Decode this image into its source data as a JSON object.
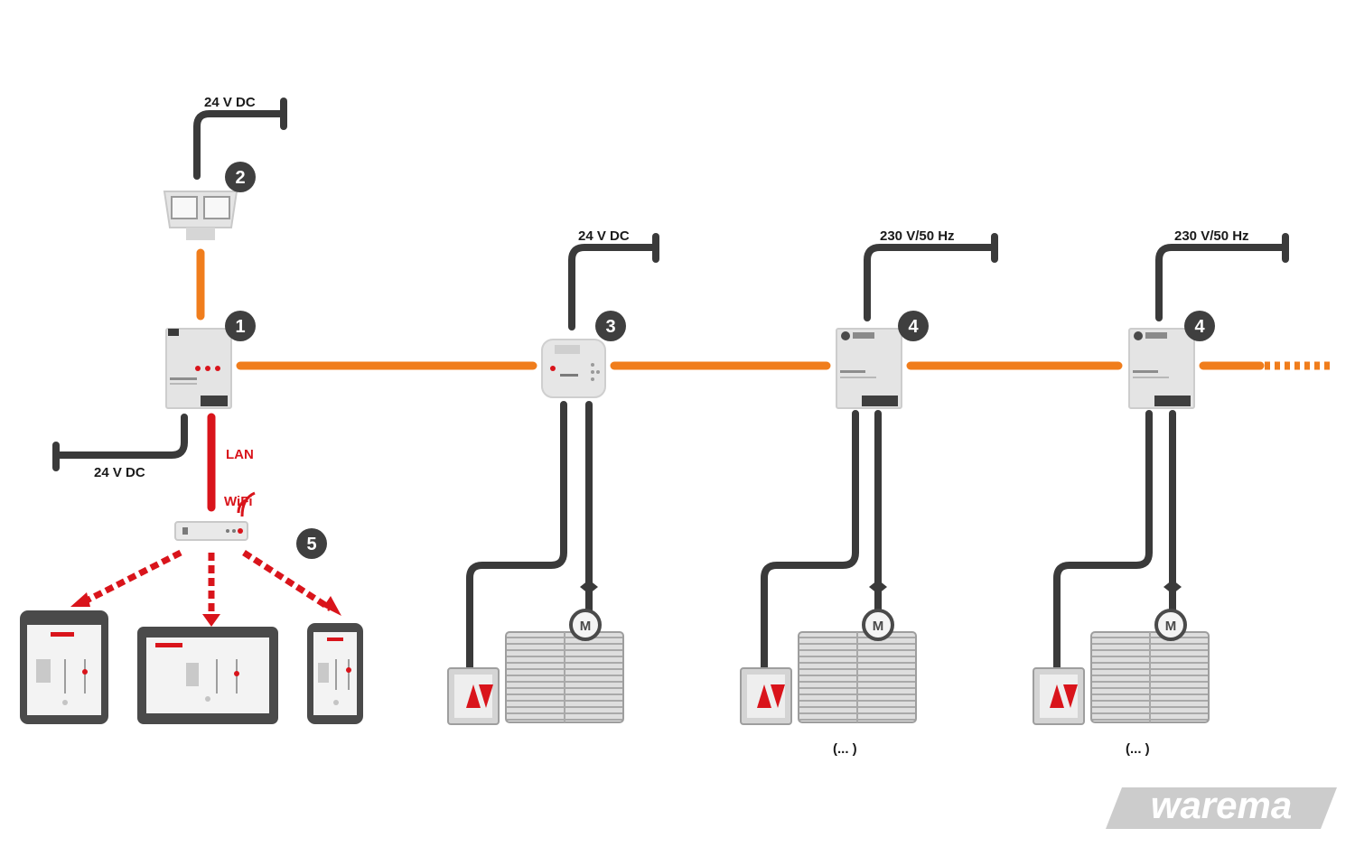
{
  "labels": {
    "sensor_power": "24 V DC",
    "controller_power": "24 V DC",
    "actuator_3_power": "24 V DC",
    "actuator_4a_power": "230 V/50 Hz",
    "actuator_4b_power": "230 V/50 Hz",
    "lan": "LAN",
    "wifi": "WiFi",
    "group_4a": "(... )",
    "group_4b": "(... )",
    "motor": "M"
  },
  "badges": [
    "1",
    "2",
    "3",
    "4",
    "4",
    "5"
  ],
  "brand": {
    "name": "warema",
    "color": "#cccccc"
  },
  "colors": {
    "bus": "#f07d1c",
    "lan": "#d9141b",
    "cable": "#3a3a3a",
    "badge": "#3f3f3f",
    "device": "#e4e4e4"
  },
  "icons": [
    "weather-station-icon",
    "controller-icon",
    "actuator-icon",
    "router-icon",
    "tablet-icon",
    "monitor-icon",
    "smartphone-icon",
    "push-button-icon",
    "venetian-blind-icon",
    "motor-icon"
  ]
}
